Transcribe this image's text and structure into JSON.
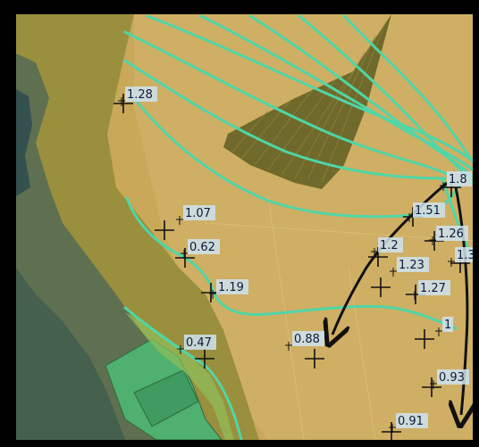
{
  "map": {
    "colors": {
      "frame": "#000000",
      "field": "#c9a85a",
      "field_light": "#d5b772",
      "field_olive": "#9a8e3a",
      "crop_patch": "#6f6a2a",
      "water": "#3a5a58",
      "wetland_dark": "#556b4a",
      "vegetation": "#7b8a47",
      "green_fill": "#4caf72",
      "contour_line": "#4fd6a8",
      "label_bg": "#cfe3ee",
      "label_text": "#0b1a3a",
      "arrow": "#111111"
    },
    "points": [
      {
        "id": "p1",
        "label": "1.28"
      },
      {
        "id": "p2",
        "label": "1.07"
      },
      {
        "id": "p3",
        "label": "0.62"
      },
      {
        "id": "p4",
        "label": "1.19"
      },
      {
        "id": "p5",
        "label": "0.47"
      },
      {
        "id": "p6",
        "label": "0.88"
      },
      {
        "id": "p7",
        "label": "1.51"
      },
      {
        "id": "p8",
        "label": "1.8"
      },
      {
        "id": "p9",
        "label": "1.26"
      },
      {
        "id": "p10",
        "label": "1.3"
      },
      {
        "id": "p11",
        "label": "1.2"
      },
      {
        "id": "p12",
        "label": "1.23"
      },
      {
        "id": "p13",
        "label": "1.27"
      },
      {
        "id": "p14",
        "label": "1"
      },
      {
        "id": "p15",
        "label": "0.93"
      },
      {
        "id": "p16",
        "label": "0.91"
      }
    ]
  }
}
